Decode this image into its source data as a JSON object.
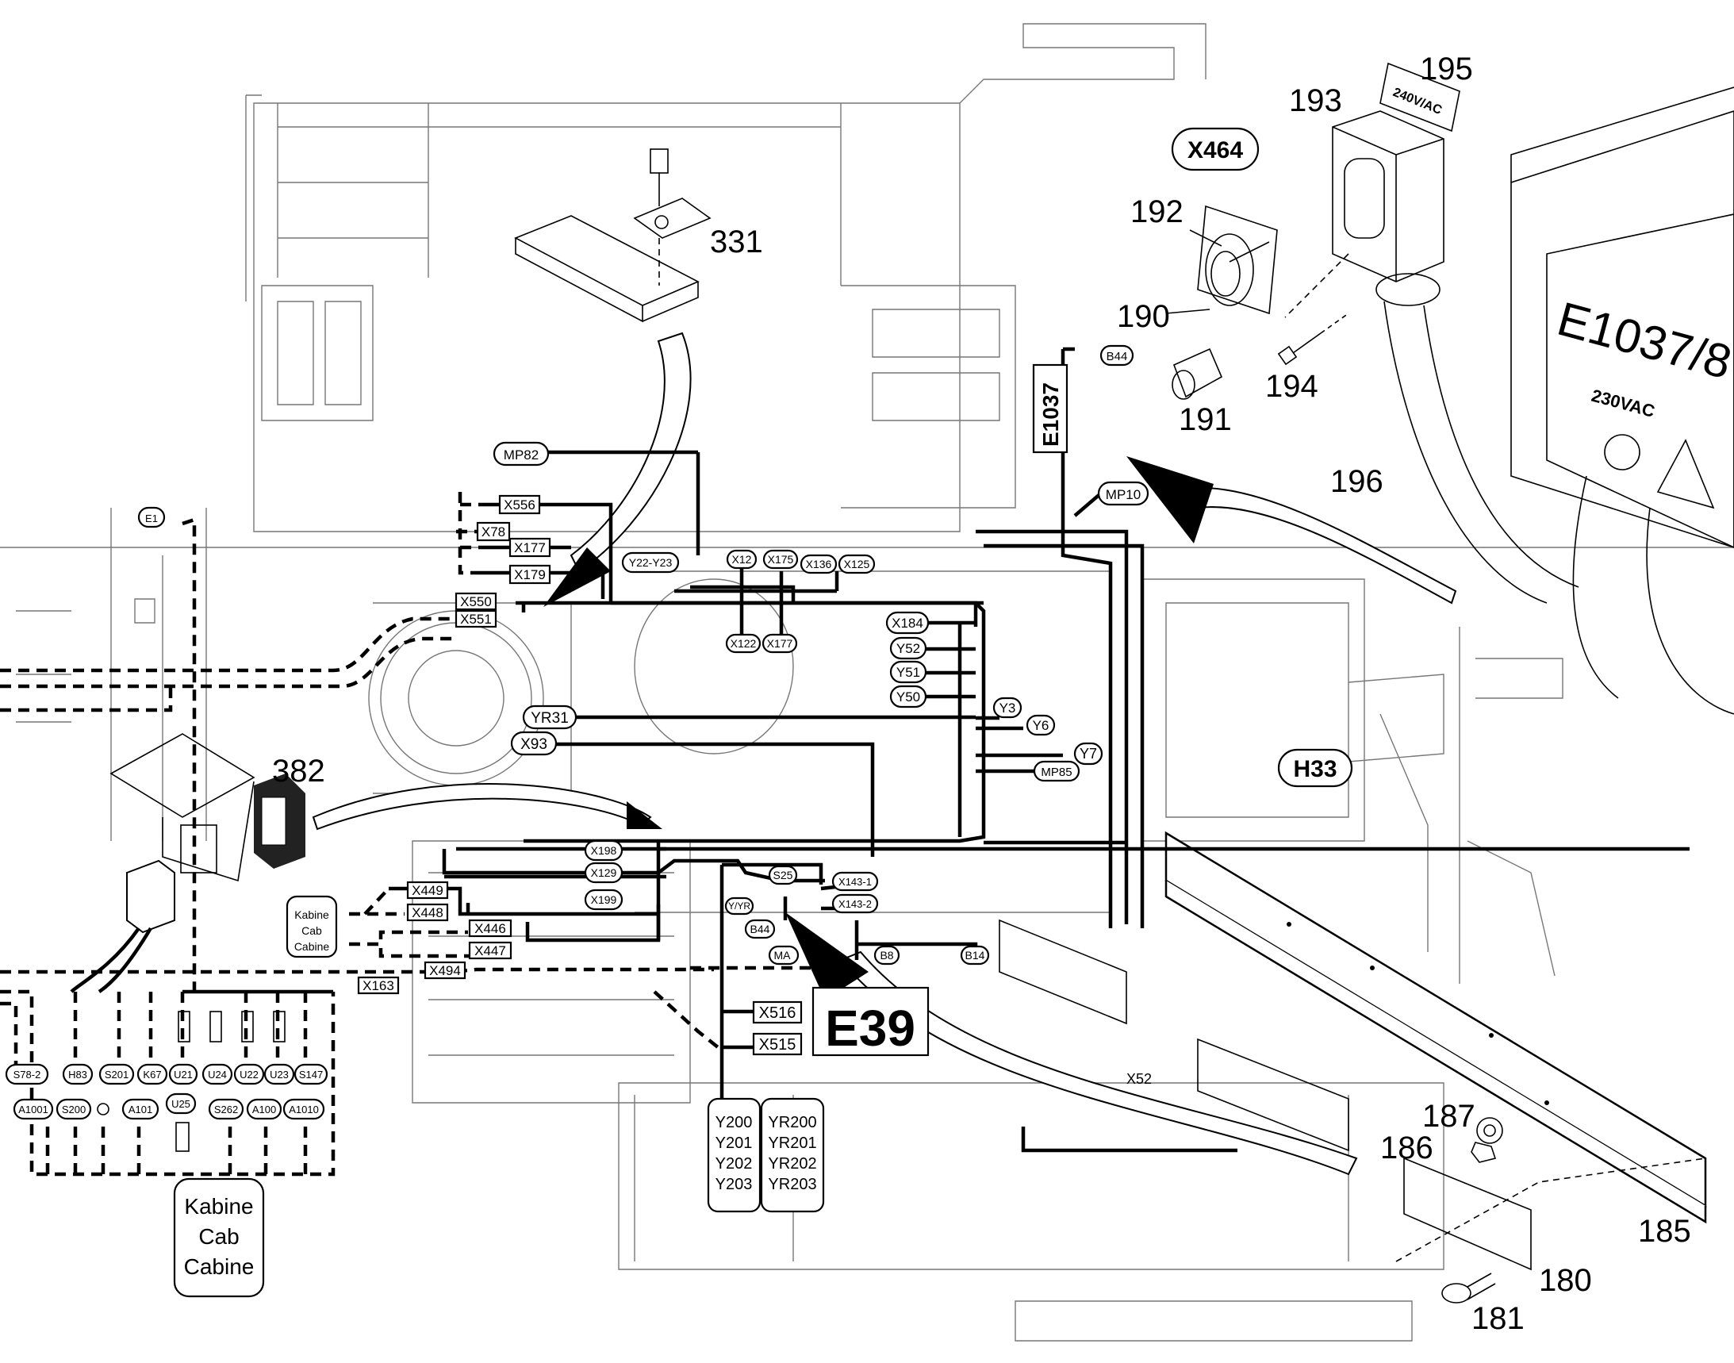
{
  "callouts": {
    "c331": "331",
    "c382": "382",
    "c195": "195",
    "c193": "193",
    "c192": "192",
    "c190": "190",
    "c191": "191",
    "c194": "194",
    "c196": "196",
    "c187": "187",
    "c186": "186",
    "c185": "185",
    "c180": "180",
    "c181": "181"
  },
  "component_labels": {
    "x464": "X464",
    "e1037_vertical": "E1037",
    "e1037_8": "E1037/8",
    "voltage_230": "230VAC",
    "voltage_240": "240V/AC",
    "h33": "H33",
    "e39": "E39"
  },
  "connectors": {
    "mp82": "MP82",
    "e1": "E1",
    "x556": "X556",
    "x78": "X78",
    "x177_box": "X177",
    "x179": "X179",
    "x550": "X550",
    "x551": "X551",
    "y22_y23": "Y22-Y23",
    "x12": "X12",
    "x175": "X175",
    "x136": "X136",
    "x125": "X125",
    "x122": "X122",
    "x177_oval": "X177",
    "x184": "X184",
    "y52": "Y52",
    "y51": "Y51",
    "y50": "Y50",
    "y3": "Y3",
    "y6": "Y6",
    "y7": "Y7",
    "mp85": "MP85",
    "yr31": "YR31",
    "x93": "X93",
    "b44_top": "B44",
    "mp10": "MP10",
    "x198": "X198",
    "x129": "X129",
    "x199": "X199",
    "x449": "X449",
    "x448": "X448",
    "x446": "X446",
    "x447": "X447",
    "s25": "S25",
    "yyr": "Y/YR",
    "b44_bottom": "B44",
    "ma": "MA",
    "x143_1": "X143-1",
    "x143_2": "X143-2",
    "b8": "B8",
    "b14": "B14",
    "x494": "X494",
    "x163": "X163",
    "x516": "X516",
    "x515": "X515",
    "x52_partial": "X52"
  },
  "bottom_row_top": [
    "S78-2",
    "H83",
    "S201",
    "K67",
    "U21",
    "U24",
    "U22",
    "U23",
    "S147"
  ],
  "bottom_row_low": [
    "A1001",
    "S200",
    "A101",
    "U25",
    "S262",
    "A100",
    "A1010"
  ],
  "cab_note_small": [
    "Kabine",
    "Cab",
    "Cabine"
  ],
  "cab_note_large": [
    "Kabine",
    "Cab",
    "Cabine"
  ],
  "valve_list_left": [
    "Y200",
    "Y201",
    "Y202",
    "Y203"
  ],
  "valve_list_right": [
    "YR200",
    "YR201",
    "YR202",
    "YR203"
  ]
}
